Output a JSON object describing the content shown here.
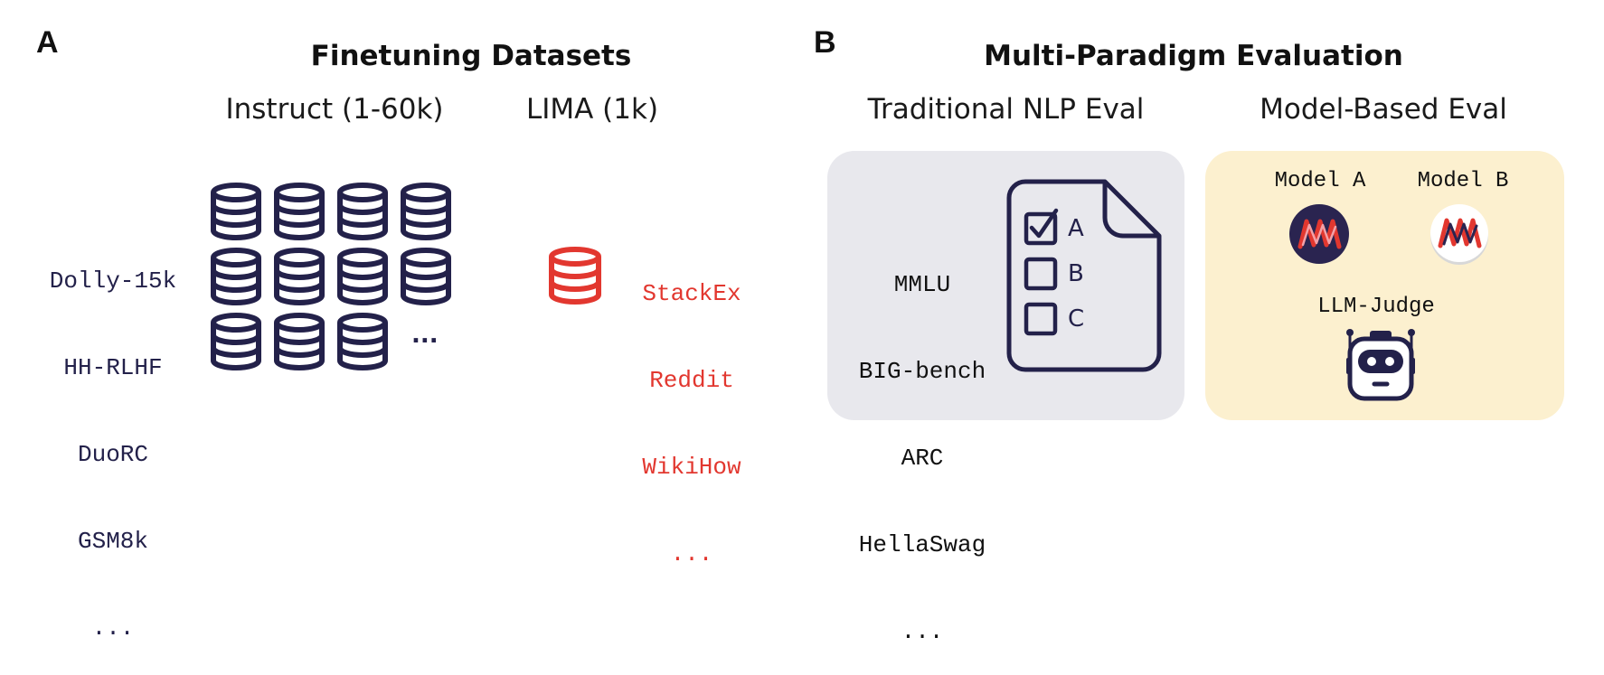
{
  "panel_a": {
    "letter": "A",
    "title": "Finetuning Datasets",
    "instruct": {
      "heading": "Instruct (1-60k)",
      "datasets": [
        "Dolly-15k",
        "HH-RLHF",
        "DuoRC",
        "GSM8k",
        "..."
      ],
      "ellipsis": "..."
    },
    "lima": {
      "heading": "LIMA (1k)",
      "datasets": [
        "StackEx",
        "Reddit",
        "WikiHow",
        "..."
      ]
    }
  },
  "panel_b": {
    "letter": "B",
    "title": "Multi-Paradigm Evaluation",
    "traditional": {
      "heading": "Traditional NLP Eval",
      "benchmarks": [
        "MMLU",
        "BIG-bench",
        "ARC",
        "HellaSwag",
        "..."
      ],
      "options": [
        "A",
        "B",
        "C"
      ]
    },
    "model_based": {
      "heading": "Model-Based Eval",
      "model_a": "Model A",
      "model_b": "Model B",
      "judge": "LLM-Judge"
    }
  },
  "colors": {
    "navy": "#23214a",
    "red": "#e2372f",
    "gray_box": "#e8e8ed",
    "yellow_box": "#fcf0cf"
  }
}
